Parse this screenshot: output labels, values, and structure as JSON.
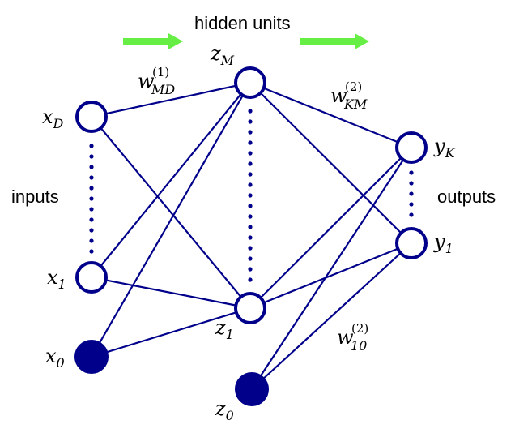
{
  "labels": {
    "hidden": "hidden units",
    "inputs": "inputs",
    "outputs": "outputs"
  },
  "nodes": {
    "xD": {
      "base": "x",
      "sub": "D"
    },
    "x1": {
      "base": "x",
      "sub": "1"
    },
    "x0": {
      "base": "x",
      "sub": "0"
    },
    "zM": {
      "base": "z",
      "sub": "M"
    },
    "z1": {
      "base": "z",
      "sub": "1"
    },
    "z0": {
      "base": "z",
      "sub": "0"
    },
    "yK": {
      "base": "y",
      "sub": "K"
    },
    "y1": {
      "base": "y",
      "sub": "1"
    }
  },
  "weights": {
    "w1MD": {
      "base": "w",
      "sup": "(1)",
      "sub": "MD"
    },
    "w2KM": {
      "base": "w",
      "sup": "(2)",
      "sub": "KM"
    },
    "w210": {
      "base": "w",
      "sup": "(2)",
      "sub": "10"
    }
  },
  "colors": {
    "network": "#00008b",
    "arrow": "#66ee44",
    "text": "#000000"
  }
}
